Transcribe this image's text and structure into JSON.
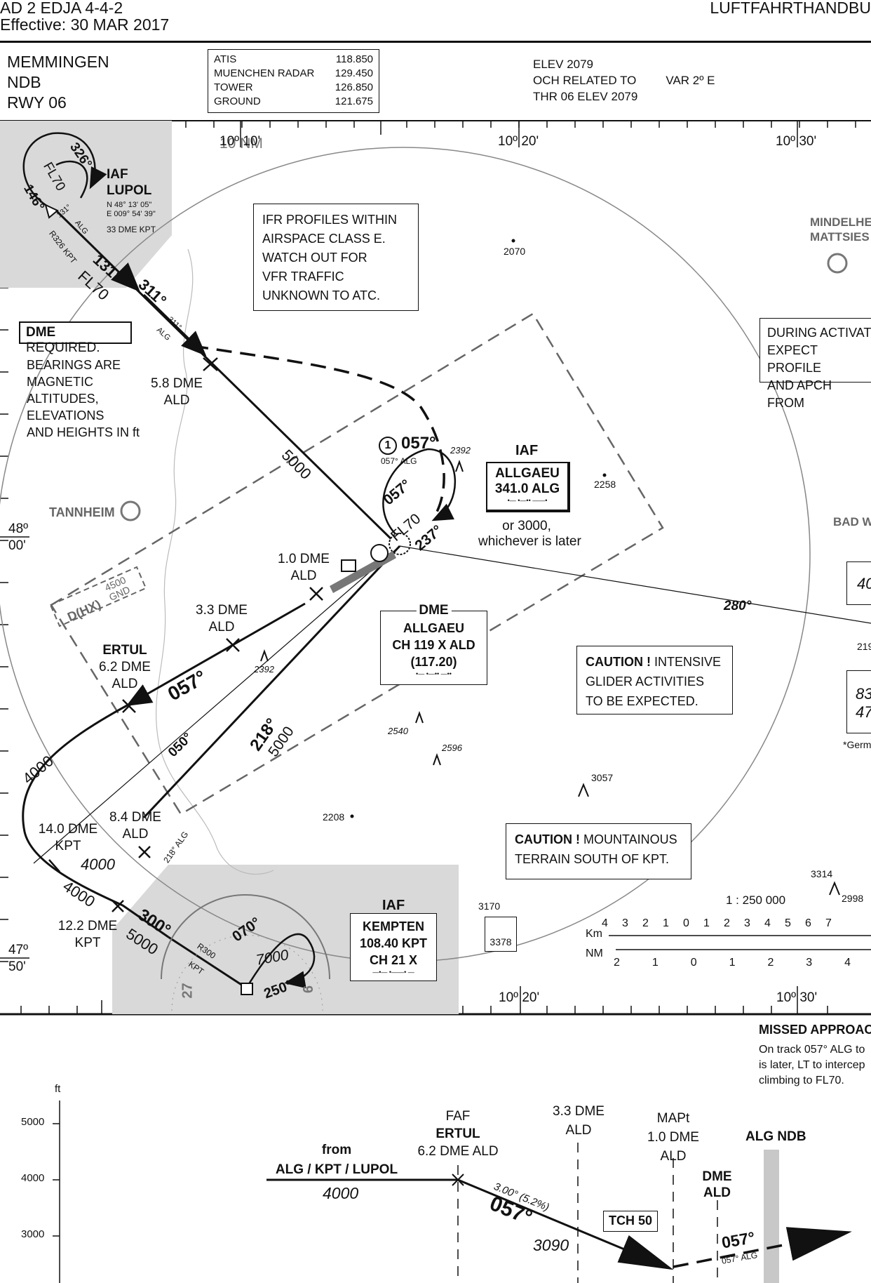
{
  "header": {
    "doc_ref": "AD 2  EDJA 4-4-2",
    "effective": "Effective: 30 MAR 2017",
    "publication": "LUFTFAHRTHANDBU"
  },
  "title_block": {
    "airport": "MEMMINGEN",
    "procedure": "NDB",
    "runway": "RWY 06"
  },
  "frequencies": [
    {
      "name": "ATIS",
      "value": "118.850"
    },
    {
      "name": "MUENCHEN RADAR",
      "value": "129.450"
    },
    {
      "name": "TOWER",
      "value": "126.850"
    },
    {
      "name": "GROUND",
      "value": "121.675"
    }
  ],
  "elevation": {
    "elev": "ELEV  2079",
    "och": "OCH RELATED TO",
    "var": "VAR  2º E",
    "thr": "THR 06   ELEV 2079"
  },
  "grid": {
    "lon_top": [
      "10º 10'",
      "10º 20'",
      "10º 30'"
    ],
    "lon_bottom": [
      "10º 20'",
      "10º 30'"
    ],
    "lat": [
      {
        "deg": "48º",
        "min": "00'"
      },
      {
        "deg": "47º",
        "min": "50'"
      }
    ],
    "ring": "10 NM"
  },
  "iaf_lupol": {
    "tag": "IAF",
    "name": "LUPOL",
    "lat": "N 48° 13' 05\"",
    "lon": "E 009° 54' 39\"",
    "dme": "33 DME  KPT",
    "hold_out": "326°",
    "hold_in": "146°",
    "hold_alt": "FL70",
    "hold_small": "131°",
    "alg": "ALG",
    "r326": "R326 KPT",
    "track": "131°",
    "track_alt": "FL70",
    "track_back": "311°",
    "small_311": "311°",
    "small_alg": "ALG"
  },
  "notes": {
    "dme_required_bold": "DME",
    "dme_required_rest": " REQUIRED.",
    "bearings": [
      "BEARINGS ARE",
      "MAGNETIC",
      "ALTITUDES,",
      "ELEVATIONS",
      "AND HEIGHTS IN ft"
    ],
    "ifr": [
      "IFR PROFILES WITHIN",
      "AIRSPACE CLASS E.",
      "WATCH OUT FOR",
      "VFR TRAFFIC",
      "UNKNOWN TO ATC."
    ],
    "activation": [
      "DURING ACTIVAT",
      "EXPECT PROFILE",
      "AND APCH FROM"
    ],
    "caution1_bold": "CAUTION !",
    "caution1": [
      " INTENSIVE",
      "GLIDER ACTIVITIES",
      "TO BE EXPECTED."
    ],
    "caution2_bold": "CAUTION !",
    "caution2": [
      " MOUNTAINOUS",
      "TERRAIN SOUTH OF KPT."
    ],
    "german_note": "*Germ"
  },
  "fixes": {
    "dme58": [
      "5.8 DME",
      "ALD"
    ],
    "dme10": [
      "1.0 DME",
      "ALD"
    ],
    "dme33": [
      "3.3 DME",
      "ALD"
    ],
    "ertul": [
      "ERTUL",
      "6.2 DME",
      "ALD"
    ],
    "dme84": [
      "8.4 DME",
      "ALD"
    ],
    "dme140": [
      "14.0 DME",
      "KPT"
    ],
    "dme122": [
      "12.2 DME",
      "KPT"
    ]
  },
  "route_labels": {
    "alt5000_a": "5000",
    "hold_num": "1",
    "hold_track": "057°",
    "hold_small": "057° ALG",
    "hold_057": "057°",
    "hold_fl70": "FL70",
    "hold_237": "237°",
    "track057": "057°",
    "track050": "050°",
    "track218": "218°",
    "alt218": "5000",
    "small218": "218° ALG",
    "alt4000_arc": "4000",
    "alt4000_b": "4000",
    "alt4000_c": "4000",
    "track300": "300°",
    "alt300": "5000",
    "track280": "280°"
  },
  "iaf_allgaeu": {
    "tag": "IAF",
    "name": "ALLGAEU",
    "freq": "341.0  ALG",
    "morse": "•—  •—••  ——•",
    "or": "or 3000,",
    "later": "whichever is later"
  },
  "dme_allgaeu": {
    "tag": "DME",
    "name": "ALLGAEU",
    "ch": "CH 119 X ALD",
    "freq": "(117.20)",
    "morse": "•—  •—••  —••"
  },
  "iaf_kempten": {
    "tag": "IAF",
    "name": "KEMPTEN",
    "freq": "108.40 KPT",
    "ch": "CH 21 X",
    "morse": "—•—  •——•  —",
    "hold_in": "070°",
    "hold_alt": "7000",
    "hold_out": "250°",
    "radial": "R300",
    "kpt": "KPT",
    "rose_27": "27",
    "rose_9": "9"
  },
  "places": {
    "tannheim": "TANNHEIM",
    "mindelheim": [
      "MINDELHE",
      "MATTSIES"
    ],
    "bad_w": "BAD W",
    "restricted": "D(HX)",
    "restricted_alt": [
      "4500",
      "GND"
    ]
  },
  "spot_heights": [
    "2070",
    "2258",
    "2392",
    "2392",
    "2540",
    "2596",
    "3057",
    "2208",
    "3314",
    "2998",
    "3170",
    "3378"
  ],
  "side_boxes": [
    "40",
    "219",
    "83",
    "47"
  ],
  "scale": {
    "ratio": "1 : 250 000",
    "km_label": "Km",
    "nm_label": "NM",
    "km_ticks": [
      "4",
      "3",
      "2",
      "1",
      "0",
      "1",
      "2",
      "3",
      "4",
      "5",
      "6",
      "7"
    ],
    "nm_ticks": [
      "2",
      "1",
      "0",
      "1",
      "2",
      "3",
      "4"
    ]
  },
  "profile": {
    "unit": "ft",
    "y_ticks": [
      "5000",
      "4000",
      "3000"
    ],
    "from": [
      "from",
      "ALG / KPT / LUPOL"
    ],
    "alt4000": "4000",
    "faf": [
      "FAF",
      "ERTUL",
      "6.2 DME ALD"
    ],
    "dme33": [
      "3.3 DME",
      "ALD"
    ],
    "mapt": [
      "MAPt",
      "1.0 DME",
      "ALD"
    ],
    "alg_ndb": "ALG NDB",
    "dme_ald": [
      "DME",
      "ALD"
    ],
    "glide": "3.00° (5.2%)",
    "track": "057°",
    "alt3090": "3090",
    "tch": "TCH 50",
    "missed_track": "057°",
    "missed_small": "057° ALG"
  },
  "missed_approach": {
    "title": "MISSED APPROACH",
    "text": [
      "On track 057° ALG to",
      "is later, LT to intercep",
      "climbing to FL70."
    ]
  }
}
